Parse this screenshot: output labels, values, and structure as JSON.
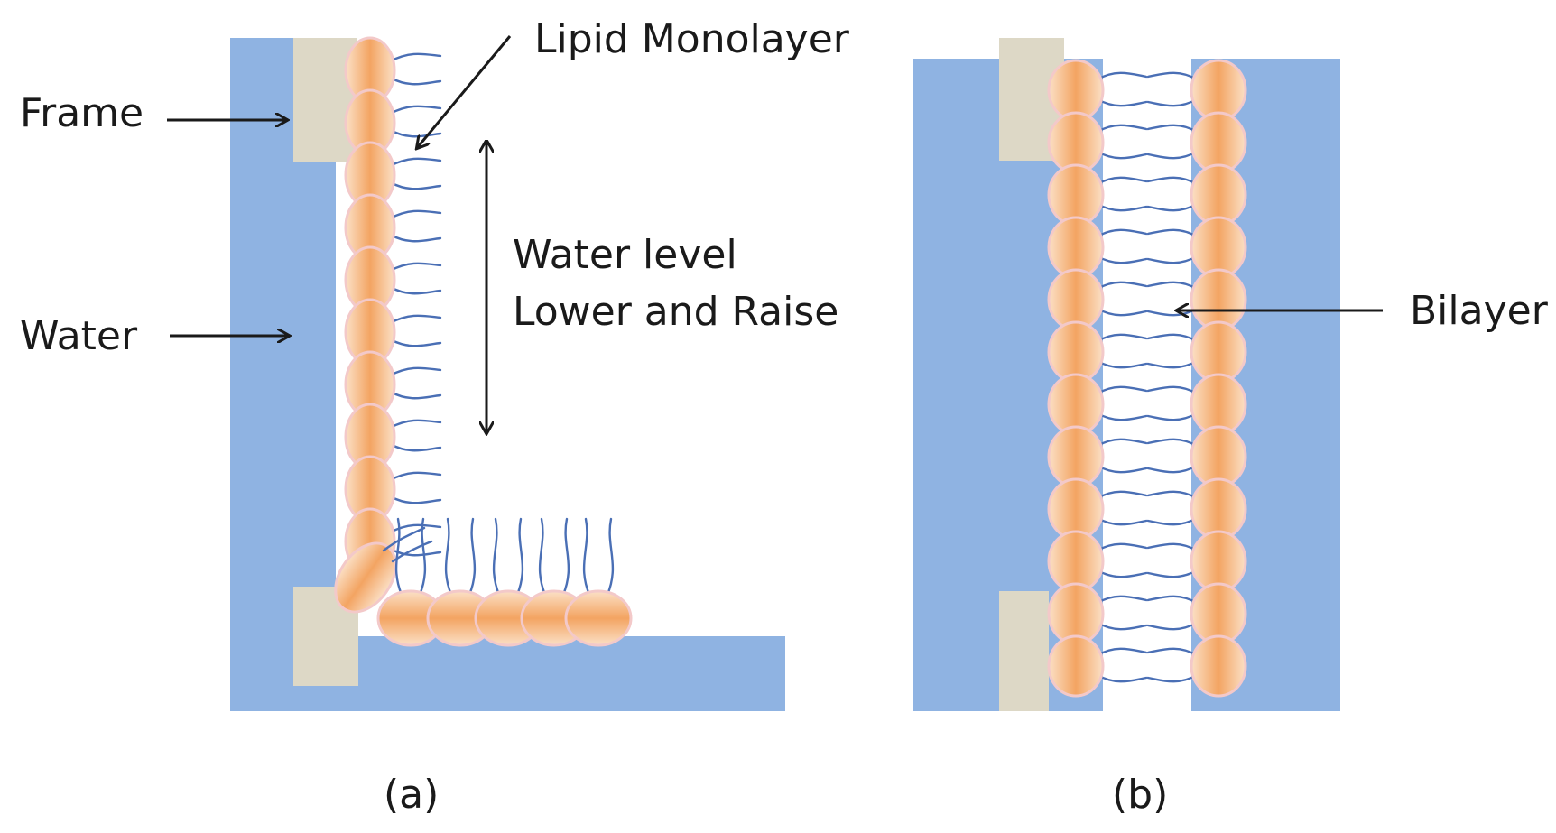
{
  "panel_a": {
    "caption": "(a)",
    "labels": {
      "frame": "Frame",
      "water": "Water",
      "lipid_monolayer": "Lipid Monolayer",
      "water_level_line1": "Water level",
      "water_level_line2": "Lower and Raise"
    }
  },
  "panel_b": {
    "caption": "(b)",
    "labels": {
      "bilayer": "Bilayer"
    }
  },
  "colors": {
    "water": "#8fb3e2",
    "frame": "#ddd8c6",
    "lipid_head_center": "#f4a868",
    "lipid_head_edge": "#fbe0c6",
    "lipid_head_rim": "#e9b7b7",
    "lipid_tail": "#4a6fb5",
    "text": "#1a1a1a"
  },
  "icons": {
    "double_arrow": "vertical-double-arrow-icon",
    "pointer_arrow": "arrow-right-icon"
  }
}
